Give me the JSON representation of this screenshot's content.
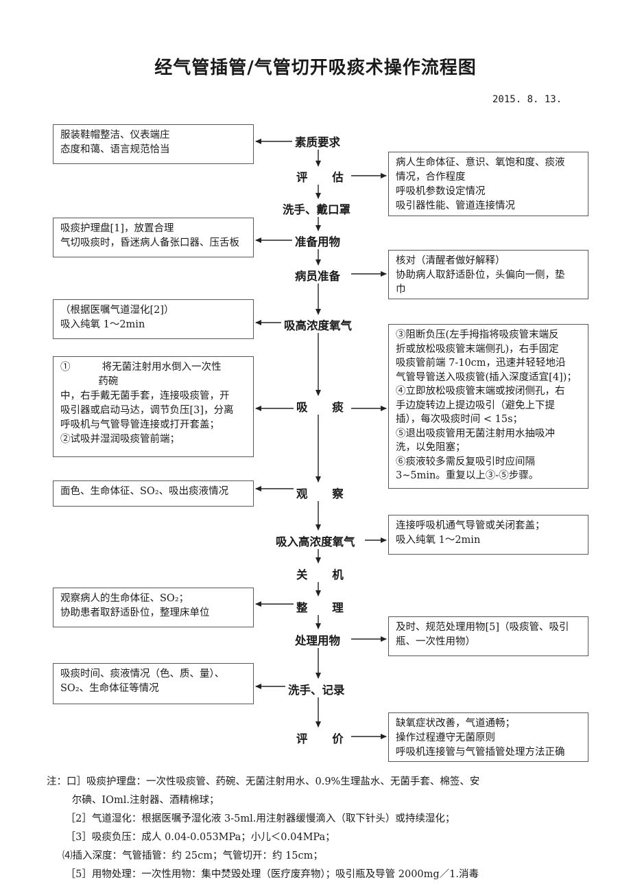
{
  "title": "经气管插管/气管切开吸痰术操作流程图",
  "date": "2015. 8. 13.",
  "steps": [
    "素质要求",
    "评 估",
    "洗手、戴口罩",
    "准备用物",
    "病员准备",
    "吸高浓度氧气",
    "吸 痰",
    "观 察",
    "吸入高浓度氧气",
    "关 机",
    "整 理",
    "处理用物",
    "洗手、记录",
    "评 价"
  ],
  "left_boxes": [
    [
      "服装鞋帽整洁、仪表端庄",
      "态度和蔼、语言规范恰当"
    ],
    [
      "吸痰护理盘[1]，放置合理",
      "气切吸痰时，昏迷病人备张口器、压舌板"
    ],
    [
      "（根据医嘱气道湿化[2]）",
      "吸入纯氧 1～2min"
    ],
    [
      "①          将无菌注射用水倒入一次性",
      "            药碗",
      "中，右手戴无菌手套，连接吸痰管，开",
      "吸引器或启动马达，调节负压[3]，分离",
      "呼吸机与气管导管连接或打开套盖；",
      "②试吸并湿润吸痰管前端；"
    ],
    [
      "面色、生命体征、SO₂、吸出痰液情况"
    ],
    [
      "观察病人的生命体征、SO₂；",
      "协助患者取舒适卧位，整理床单位"
    ],
    [
      "吸痰时间、痰液情况（色、质、量）、",
      "SO₂、生命体征等情况"
    ]
  ],
  "right_boxes": [
    [
      "病人生命体征、意识、氧饱和度、痰液",
      "情况，合作程度",
      "呼吸机参数设定情况",
      "吸引器性能、管道连接情况"
    ],
    [
      "核对（清醒者做好解释）",
      "协助病人取舒适卧位，头偏向一侧，垫",
      "巾"
    ],
    [
      "③阻断负压(左手拇指将吸痰管末端反",
      "折或放松吸痰管末端侧孔)，右手固定",
      "吸痰管前端 7-10cm，迅速并轻轻地沿",
      "气管导管送入吸痰管(插入深度适宜[4])；",
      "④立即放松吸痰管末端或按闭侧孔，右",
      "手边旋转边上提边吸引（避免上下提",
      "插），每次吸痰时间 < 15s；",
      "⑤退出吸痰管用无菌注射用水抽吸冲",
      "洗，以免阻塞；",
      "⑥痰液较多需反复吸引时应间隔",
      "3~5min。重复以上③-⑤步骤。"
    ],
    [
      "连接呼吸机通气导管或关闭套盖；",
      "吸入纯氧 1～2min"
    ],
    [
      "及时、规范处理用物[5]（吸痰管、吸引",
      "瓶、一次性用物）"
    ],
    [
      "缺氧症状改善，气道通畅；",
      "操作过程遵守无菌原则",
      "呼吸机连接管与气管插管处理方法正确"
    ]
  ],
  "notes": [
    "注：口］吸痰护理盘：一次性吸痰管、药碗、无菌注射用水、0.9%生理盐水、无菌手套、棉签、安",
    "        尔碘、IOml.注射器、酒精棉球；",
    "      ［2］气道湿化：根据医嘱予湿化液 3-5ml.用注射器缓慢滴入（取下针头）或持续湿化；",
    "      ［3］吸痰负压：成人 0.04-0.053MPa；小儿＜0.04MPa；",
    "     ⑷插入深度：气管插管：约 25cm；气管切开：约 15cm；",
    "      ［5］用物处理：一次性用物：集中焚毁处理（医疗废弃物）；吸引瓶及导管 2000mg／1.消毒"
  ]
}
